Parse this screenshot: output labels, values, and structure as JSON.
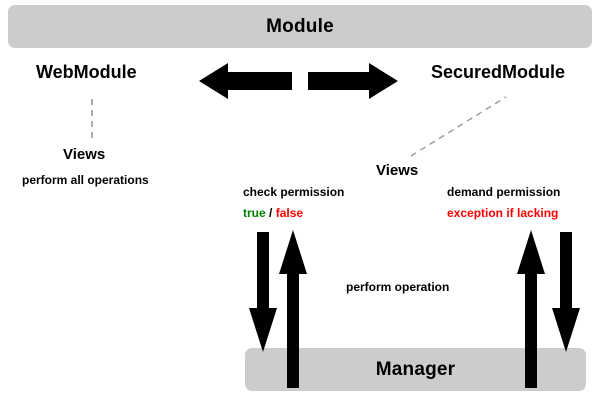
{
  "diagram": {
    "title": "Module",
    "colors": {
      "box_fill": "#cccccc",
      "arrow": "#000000",
      "text": "#000000",
      "true_color": "#008000",
      "false_color": "#ff0000",
      "exception_color": "#ff0000",
      "dashed_line": "#888888",
      "background": "#ffffff"
    },
    "boxes": [
      {
        "id": "module",
        "label": "Module"
      },
      {
        "id": "manager",
        "label": "Manager"
      }
    ],
    "modules": [
      {
        "id": "web-module",
        "label": "WebModule"
      },
      {
        "id": "secured-module",
        "label": "SecuredModule"
      }
    ],
    "views": [
      {
        "id": "web-views",
        "label": "Views",
        "note": "perform all operations"
      },
      {
        "id": "secured-views",
        "label": "Views"
      }
    ],
    "annotations": {
      "check_permission": "check permission",
      "result_true": "true",
      "result_separator": "/",
      "result_false": "false",
      "demand_permission": "demand permission",
      "exception_if_lacking": "exception if lacking",
      "perform_operation": "perform operation"
    },
    "arrows": [
      {
        "id": "module-left-arrow",
        "direction": "left"
      },
      {
        "id": "module-right-arrow",
        "direction": "right"
      },
      {
        "id": "check-permission-down-arrow",
        "direction": "down"
      },
      {
        "id": "check-permission-up-arrow",
        "direction": "up"
      },
      {
        "id": "demand-permission-up-arrow",
        "direction": "up"
      },
      {
        "id": "demand-permission-down-arrow",
        "direction": "down"
      }
    ]
  }
}
